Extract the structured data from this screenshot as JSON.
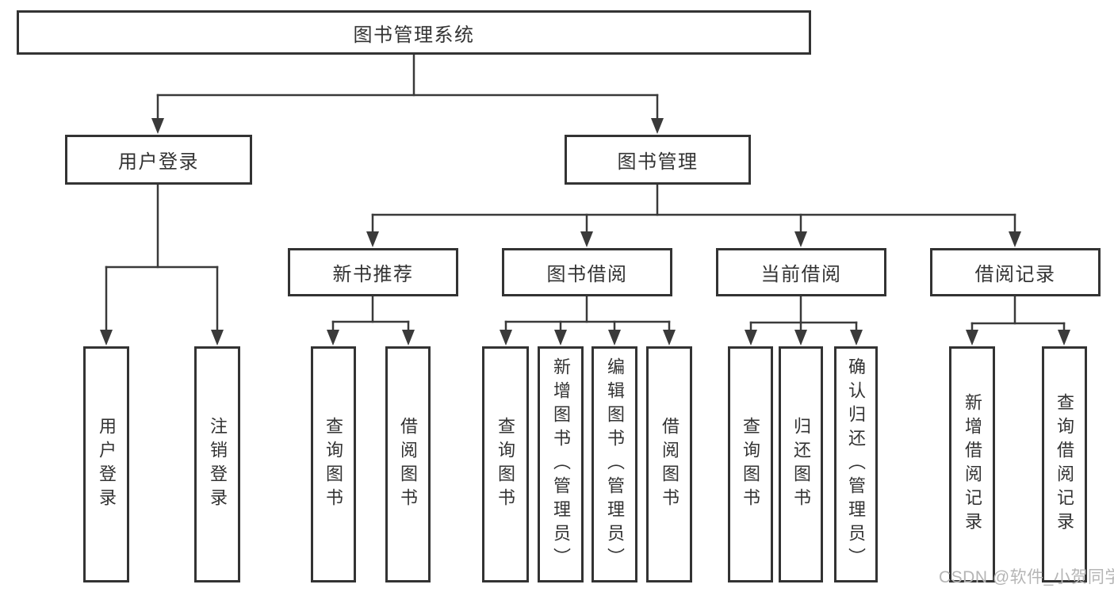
{
  "diagram": {
    "title": "图书管理系统",
    "type": "tree-structure-chart",
    "colors": {
      "line": "#3a3a3a",
      "box_border": "#333333",
      "box_fill": "#ffffff",
      "text": "#333333",
      "background": "#ffffff",
      "watermark": "#b5b5b5"
    },
    "nodes": [
      {
        "id": "root",
        "label": "图书管理系统",
        "parent": null,
        "orient": "horizontal"
      },
      {
        "id": "user-login",
        "label": "用户登录",
        "parent": "root",
        "orient": "horizontal"
      },
      {
        "id": "book-management",
        "label": "图书管理",
        "parent": "root",
        "orient": "horizontal"
      },
      {
        "id": "new-book-recommend",
        "label": "新书推荐",
        "parent": "book-management",
        "orient": "horizontal"
      },
      {
        "id": "book-borrow",
        "label": "图书借阅",
        "parent": "book-management",
        "orient": "horizontal"
      },
      {
        "id": "current-borrow",
        "label": "当前借阅",
        "parent": "book-management",
        "orient": "horizontal"
      },
      {
        "id": "borrow-records",
        "label": "借阅记录",
        "parent": "book-management",
        "orient": "horizontal"
      },
      {
        "id": "login-user",
        "label": "用户登录",
        "parent": "user-login",
        "orient": "vertical"
      },
      {
        "id": "logout-user",
        "label": "注销登录",
        "parent": "user-login",
        "orient": "vertical"
      },
      {
        "id": "recommend-query-book",
        "label": "查询图书",
        "parent": "new-book-recommend",
        "orient": "vertical"
      },
      {
        "id": "recommend-borrow-book",
        "label": "借阅图书",
        "parent": "new-book-recommend",
        "orient": "vertical"
      },
      {
        "id": "borrow-query-book",
        "label": "查询图书",
        "parent": "book-borrow",
        "orient": "vertical"
      },
      {
        "id": "borrow-add-book",
        "label": "新增图书（管理员）",
        "parent": "book-borrow",
        "orient": "vertical"
      },
      {
        "id": "borrow-edit-book",
        "label": "编辑图书（管理员）",
        "parent": "book-borrow",
        "orient": "vertical"
      },
      {
        "id": "borrow-borrow-book",
        "label": "借阅图书",
        "parent": "book-borrow",
        "orient": "vertical"
      },
      {
        "id": "current-query-book",
        "label": "查询图书",
        "parent": "current-borrow",
        "orient": "vertical"
      },
      {
        "id": "current-return-book",
        "label": "归还图书",
        "parent": "current-borrow",
        "orient": "vertical"
      },
      {
        "id": "current-confirm-return",
        "label": "确认归还（管理员）",
        "parent": "current-borrow",
        "orient": "vertical"
      },
      {
        "id": "records-add-record",
        "label": "新增借阅记录",
        "parent": "borrow-records",
        "orient": "vertical"
      },
      {
        "id": "records-query-record",
        "label": "查询借阅记录",
        "parent": "borrow-records",
        "orient": "vertical"
      }
    ],
    "watermark": {
      "text": "CSDN @软件_小贺同学"
    }
  }
}
